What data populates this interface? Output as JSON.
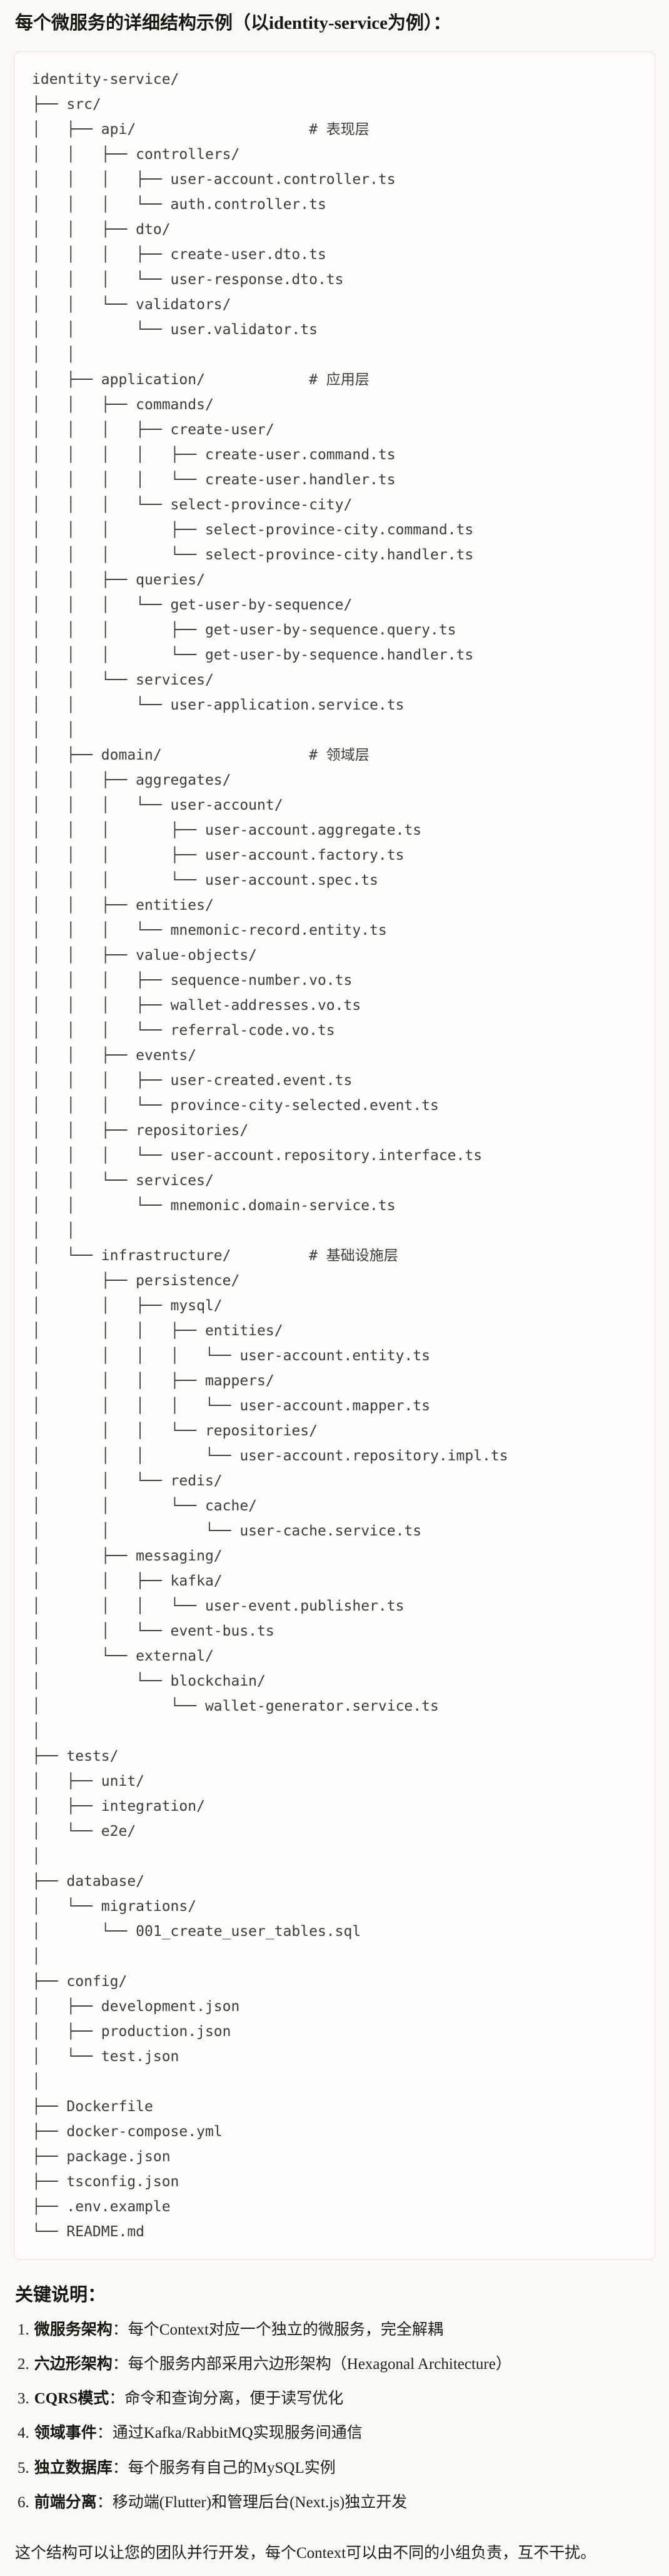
{
  "page": {
    "title": "每个微服务的详细结构示例（以identity-service为例）：",
    "background": "#FAF9F5",
    "code_block_bg": "#FDFCFA",
    "code_block_border": "#E5E2D9"
  },
  "code_block": {
    "lines": [
      "identity-service/",
      "├── src/",
      "│   ├── api/                    # 表现层",
      "│   │   ├── controllers/",
      "│   │   │   ├── user-account.controller.ts",
      "│   │   │   └── auth.controller.ts",
      "│   │   ├── dto/",
      "│   │   │   ├── create-user.dto.ts",
      "│   │   │   └── user-response.dto.ts",
      "│   │   └── validators/",
      "│   │       └── user.validator.ts",
      "│   │",
      "│   ├── application/            # 应用层",
      "│   │   ├── commands/",
      "│   │   │   ├── create-user/",
      "│   │   │   │   ├── create-user.command.ts",
      "│   │   │   │   └── create-user.handler.ts",
      "│   │   │   └── select-province-city/",
      "│   │   │       ├── select-province-city.command.ts",
      "│   │   │       └── select-province-city.handler.ts",
      "│   │   ├── queries/",
      "│   │   │   └── get-user-by-sequence/",
      "│   │   │       ├── get-user-by-sequence.query.ts",
      "│   │   │       └── get-user-by-sequence.handler.ts",
      "│   │   └── services/",
      "│   │       └── user-application.service.ts",
      "│   │",
      "│   ├── domain/                 # 领域层",
      "│   │   ├── aggregates/",
      "│   │   │   └── user-account/",
      "│   │   │       ├── user-account.aggregate.ts",
      "│   │   │       ├── user-account.factory.ts",
      "│   │   │       └── user-account.spec.ts",
      "│   │   ├── entities/",
      "│   │   │   └── mnemonic-record.entity.ts",
      "│   │   ├── value-objects/",
      "│   │   │   ├── sequence-number.vo.ts",
      "│   │   │   ├── wallet-addresses.vo.ts",
      "│   │   │   └── referral-code.vo.ts",
      "│   │   ├── events/",
      "│   │   │   ├── user-created.event.ts",
      "│   │   │   └── province-city-selected.event.ts",
      "│   │   ├── repositories/",
      "│   │   │   └── user-account.repository.interface.ts",
      "│   │   └── services/",
      "│   │       └── mnemonic.domain-service.ts",
      "│   │",
      "│   └── infrastructure/         # 基础设施层",
      "│       ├── persistence/",
      "│       │   ├── mysql/",
      "│       │   │   ├── entities/",
      "│       │   │   │   └── user-account.entity.ts",
      "│       │   │   ├── mappers/",
      "│       │   │   │   └── user-account.mapper.ts",
      "│       │   │   └── repositories/",
      "│       │   │       └── user-account.repository.impl.ts",
      "│       │   └── redis/",
      "│       │       └── cache/",
      "│       │           └── user-cache.service.ts",
      "│       ├── messaging/",
      "│       │   ├── kafka/",
      "│       │   │   └── user-event.publisher.ts",
      "│       │   └── event-bus.ts",
      "│       └── external/",
      "│           └── blockchain/",
      "│               └── wallet-generator.service.ts",
      "│",
      "├── tests/",
      "│   ├── unit/",
      "│   ├── integration/",
      "│   └── e2e/",
      "│",
      "├── database/",
      "│   └── migrations/",
      "│       └── 001_create_user_tables.sql",
      "│",
      "├── config/",
      "│   ├── development.json",
      "│   ├── production.json",
      "│   └── test.json",
      "│",
      "├── Dockerfile",
      "├── docker-compose.yml",
      "├── package.json",
      "├── tsconfig.json",
      "├── .env.example",
      "└── README.md"
    ]
  },
  "notes": {
    "heading": "关键说明：",
    "items": [
      {
        "num": "1.",
        "term": "微服务架构",
        "rest": "：每个Context对应一个独立的微服务，完全解耦"
      },
      {
        "num": "2.",
        "term": "六边形架构",
        "rest": "：每个服务内部采用六边形架构（Hexagonal Architecture）"
      },
      {
        "num": "3.",
        "term": "CQRS模式",
        "rest": "：命令和查询分离，便于读写优化"
      },
      {
        "num": "4.",
        "term": "领域事件",
        "rest": "：通过Kafka/RabbitMQ实现服务间通信"
      },
      {
        "num": "5.",
        "term": "独立数据库",
        "rest": "：每个服务有自己的MySQL实例"
      },
      {
        "num": "6.",
        "term": "前端分离",
        "rest": "：移动端(Flutter)和管理后台(Next.js)独立开发"
      }
    ],
    "footer": "这个结构可以让您的团队并行开发，每个Context可以由不同的小组负责，互不干扰。"
  }
}
